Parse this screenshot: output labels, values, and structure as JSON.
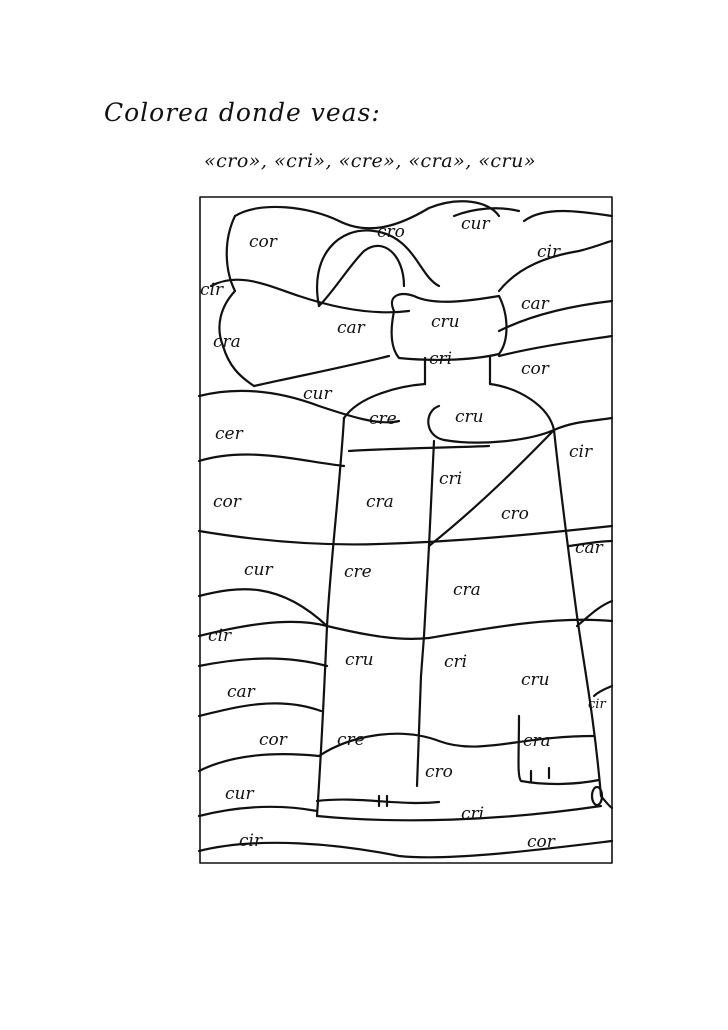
{
  "header": {
    "title": "Colorea donde veas:",
    "subtitle": "«cro», «cri», «cre», «cra», «cru»"
  },
  "syllables": {
    "s01": "cor",
    "s02": "cro",
    "s03": "cur",
    "s04": "cir",
    "s05": "cir",
    "s06": "car",
    "s07": "cra",
    "s08": "car",
    "s09": "cru",
    "s10": "cri",
    "s11": "cor",
    "s12": "cur",
    "s13": "cre",
    "s14": "cru",
    "s15": "cer",
    "s16": "cir",
    "s17": "cri",
    "s18": "cor",
    "s19": "cra",
    "s20": "cro",
    "s21": "car",
    "s22": "cur",
    "s23": "cre",
    "s24": "cra",
    "s25": "cir",
    "s26": "cru",
    "s27": "cri",
    "s28": "car",
    "s29": "cru",
    "s30": "cir",
    "s31": "cor",
    "s32": "cre",
    "s33": "cra",
    "s34": "cro",
    "s35": "cur",
    "s36": "cri",
    "s37": "cir",
    "s38": "cor"
  }
}
